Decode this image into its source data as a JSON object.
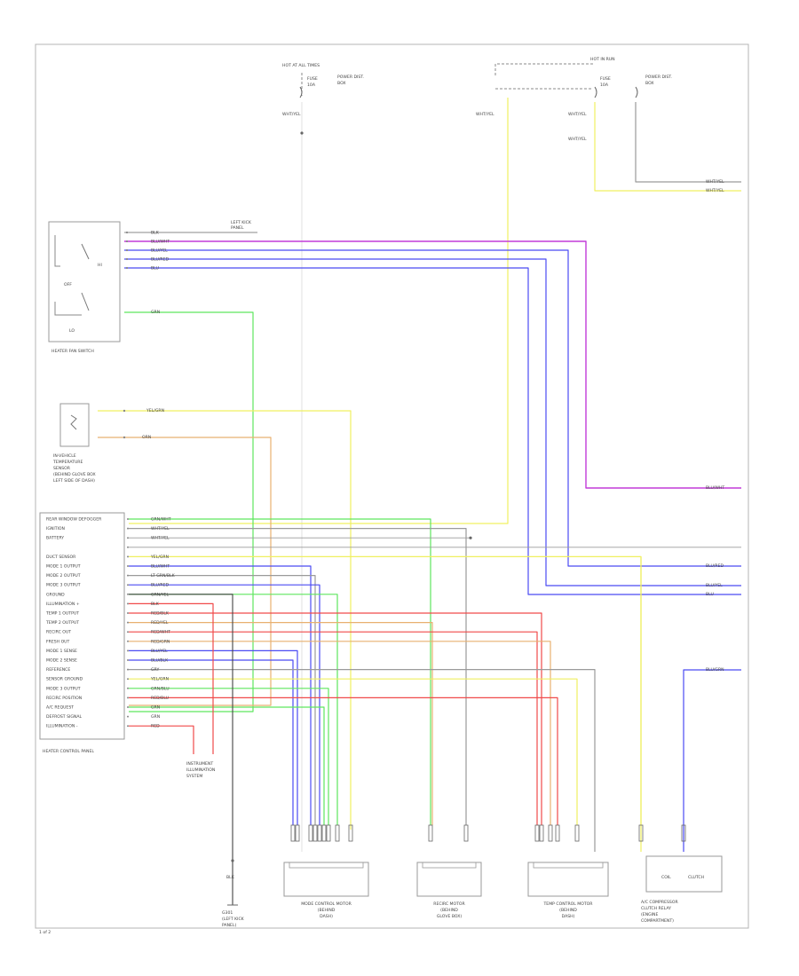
{
  "colors": {
    "frame": "#b4b4b4",
    "text": "#555555",
    "purple": "#c23bd8",
    "blue": "#4b4bf2",
    "green": "#5ee65e",
    "yellow": "#f0f060",
    "orange": "#e8b070",
    "red": "#f04a4a",
    "gray": "#9a9a9a",
    "black": "#444444"
  },
  "components": {
    "fuse_top_center": [
      "HOT AT ALL TIMES",
      "FUSE",
      "10A",
      "POWER DIST.",
      "BOX"
    ],
    "fuse_top_right": [
      "HOT IN RUN",
      "FUSE",
      "10A",
      "POWER DIST.",
      "BOX"
    ],
    "heater_fan_switch": {
      "caption": "HEATER FAN SWITCH",
      "labels": [
        "OFF",
        "LO",
        "HI"
      ]
    },
    "dual_temp_sensor": {
      "caption": [
        "IN-VEHICLE",
        "TEMPERATURE",
        "SENSOR",
        "(BEHIND GLOVE BOX",
        "LEFT SIDE OF DASH)"
      ]
    },
    "control_panel": {
      "caption": "HEATER CONTROL PANEL",
      "pins": [
        "REAR WINDOW DEFOGGER",
        "IGNITION",
        "BATTERY",
        "",
        "DUCT SENSOR",
        "MODE 1 OUTPUT",
        "MODE 2 OUTPUT",
        "MODE 3 OUTPUT",
        "GROUND",
        "ILLUMINATION +",
        "TEMP 1 OUTPUT",
        "TEMP 2 OUTPUT",
        "RECIRC OUT",
        "FRESH OUT",
        "MODE 1 SENSE",
        "MODE 2 SENSE",
        "REFERENCE",
        "SENSOR GROUND",
        "MODE 3 OUTPUT",
        "RECIRC POSITION",
        "A/C REQUEST",
        "DEFROST SIGNAL",
        "ILLUMINATION -"
      ]
    },
    "actuator_1": {
      "caption": [
        "MODE CONTROL MOTOR",
        "(BEHIND",
        "DASH)"
      ]
    },
    "actuator_2": {
      "caption": [
        "RECIRC MOTOR",
        "(BEHIND",
        "GLOVE BOX)"
      ]
    },
    "actuator_3": {
      "caption": [
        "TEMP CONTROL MOTOR",
        "(BEHIND",
        "DASH)"
      ]
    },
    "compressor_relay": {
      "caption": [
        "A/C COMPRESSOR",
        "CLUTCH RELAY",
        "(ENGINE",
        "COMPARTMENT)"
      ],
      "labels": [
        "COIL",
        "CLUTCH"
      ]
    },
    "ground": [
      "G301",
      "(LEFT KICK",
      "PANEL)"
    ],
    "illum_note": [
      "INSTRUMENT",
      "ILLUMINATION",
      "SYSTEM"
    ]
  },
  "wire_labels": {
    "left_ends": [
      "BLK",
      "BLU/WHT",
      "BLU/YEL",
      "BLU/RED",
      "BLU"
    ],
    "green_wire": "GRN",
    "yellow_wire": "YEL/GRN",
    "orange_wire": "ORN",
    "panel_wires": [
      "GRN/WHT",
      "WHT/YEL",
      "WHT/YEL",
      "",
      "YEL/GRN",
      "BLU/WHT",
      "LT GRN/BLK",
      "BLU/RED",
      "GRN/YEL",
      "BLK",
      "RED/BLK",
      "RED/YEL",
      "RED/WHT",
      "RED/GRN",
      "BLU/YEL",
      "BLU/BLK",
      "GRY",
      "YEL/GRN",
      "GRN/BLU",
      "RED/BLU",
      "GRN",
      "GRN",
      "RED"
    ],
    "right_ends": [
      "BLU/WHT",
      "BLU/RED",
      "BLU/YEL",
      "BLU",
      "WHT/YEL",
      "WHT/YEL",
      "BLU/GRN"
    ],
    "top_wires": [
      "WHT/YEL",
      "WHT/YEL",
      "WHT/YEL"
    ],
    "ground_label": "BLK"
  },
  "footer": "1 of 2"
}
